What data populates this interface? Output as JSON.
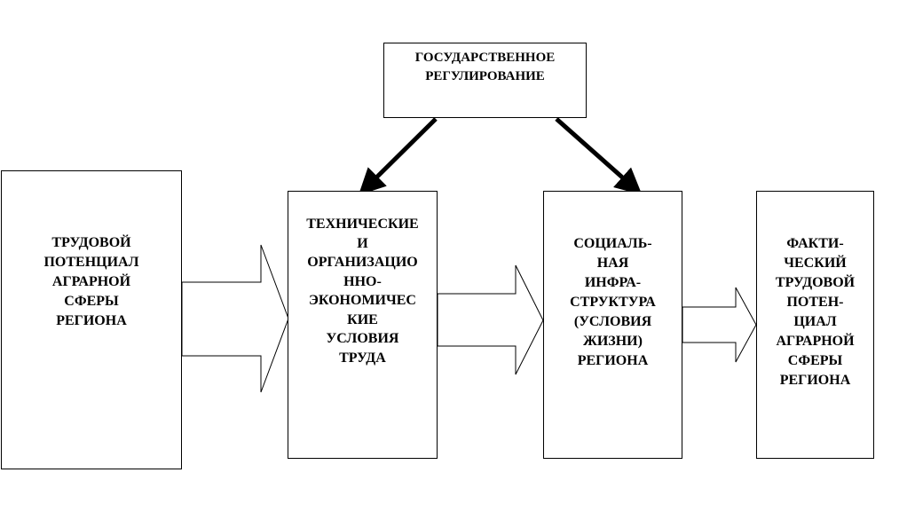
{
  "diagram": {
    "state_regulation": "ГОСУДАРСТВЕННОЕ\nРЕГУЛИРОВАНИЕ",
    "labor_potential": "ТРУДОВОЙ\nПОТЕНЦИАЛ\nАГРАРНОЙ\nСФЕРЫ\nРЕГИОНА",
    "technical_conditions": "ТЕХНИЧЕСКИЕ\nИ\nОРГАНИЗАЦИО\nННО-\nЭКОНОМИЧЕС\nКИЕ\nУСЛОВИЯ\nТРУДА",
    "social_infrastructure": "СОЦИАЛЬ-\nНАЯ\nИНФРА-\nСТРУКТУРА\n(УСЛОВИЯ\nЖИЗНИ)\nРЕГИОНА",
    "actual_labor_potential": "ФАКТИ-\nЧЕСКИЙ\nТРУДОВОЙ\nПОТЕН-\nЦИАЛ\nАГРАРНОЙ\nСФЕРЫ\nРЕГИОНА"
  }
}
